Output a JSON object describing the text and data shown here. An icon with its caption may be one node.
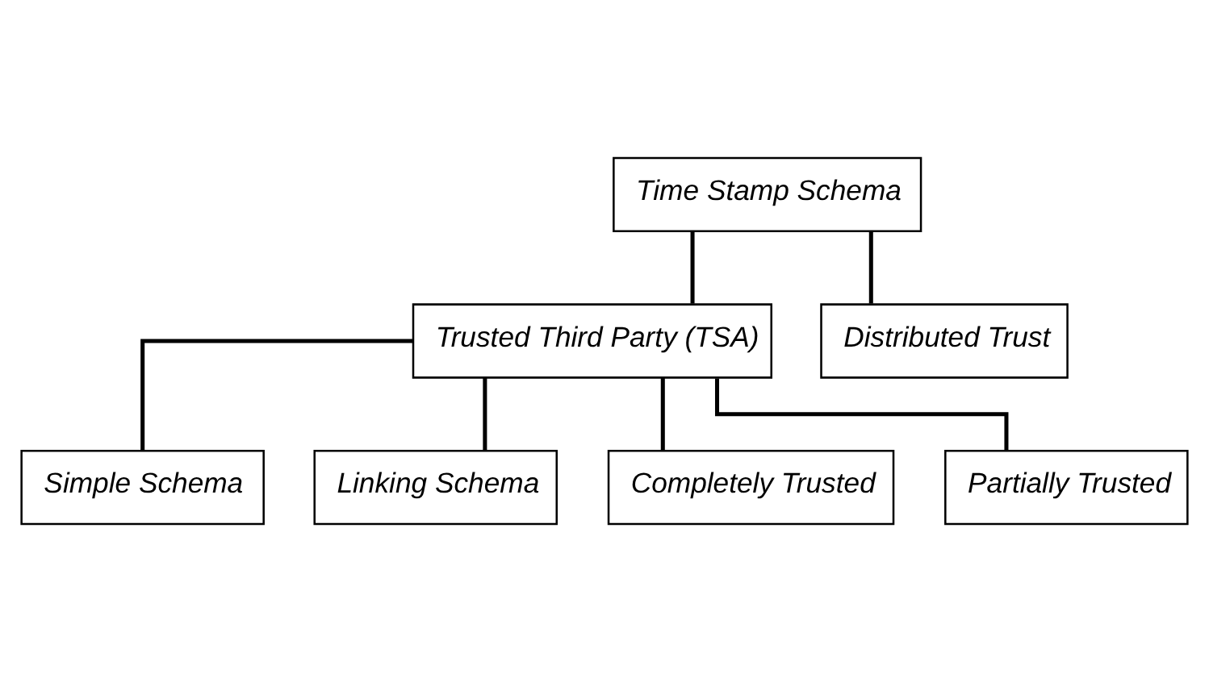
{
  "diagram": {
    "nodes": [
      {
        "text": [
          "Time Stamp Schema"
        ]
      },
      {
        "text": [
          "Trusted Third Party (TSA)"
        ]
      },
      {
        "text": [
          "Distributed Trust"
        ]
      },
      {
        "text": [
          "Simple Schema"
        ]
      },
      {
        "text": [
          "Linking Schema"
        ]
      },
      {
        "text": [
          "Completely Trusted"
        ]
      },
      {
        "text": [
          "Partially Trusted"
        ]
      }
    ],
    "edges": [
      {
        "from": 0,
        "to": 1,
        "arrow": "none"
      },
      {
        "from": 0,
        "to": 2,
        "arrow": "none"
      },
      {
        "from": 1,
        "to": 3,
        "arrow": "none"
      },
      {
        "from": 1,
        "to": 4,
        "arrow": "none"
      },
      {
        "from": 1,
        "to": 5,
        "arrow": "none"
      },
      {
        "from": 1,
        "to": 6,
        "arrow": "none"
      }
    ]
  }
}
